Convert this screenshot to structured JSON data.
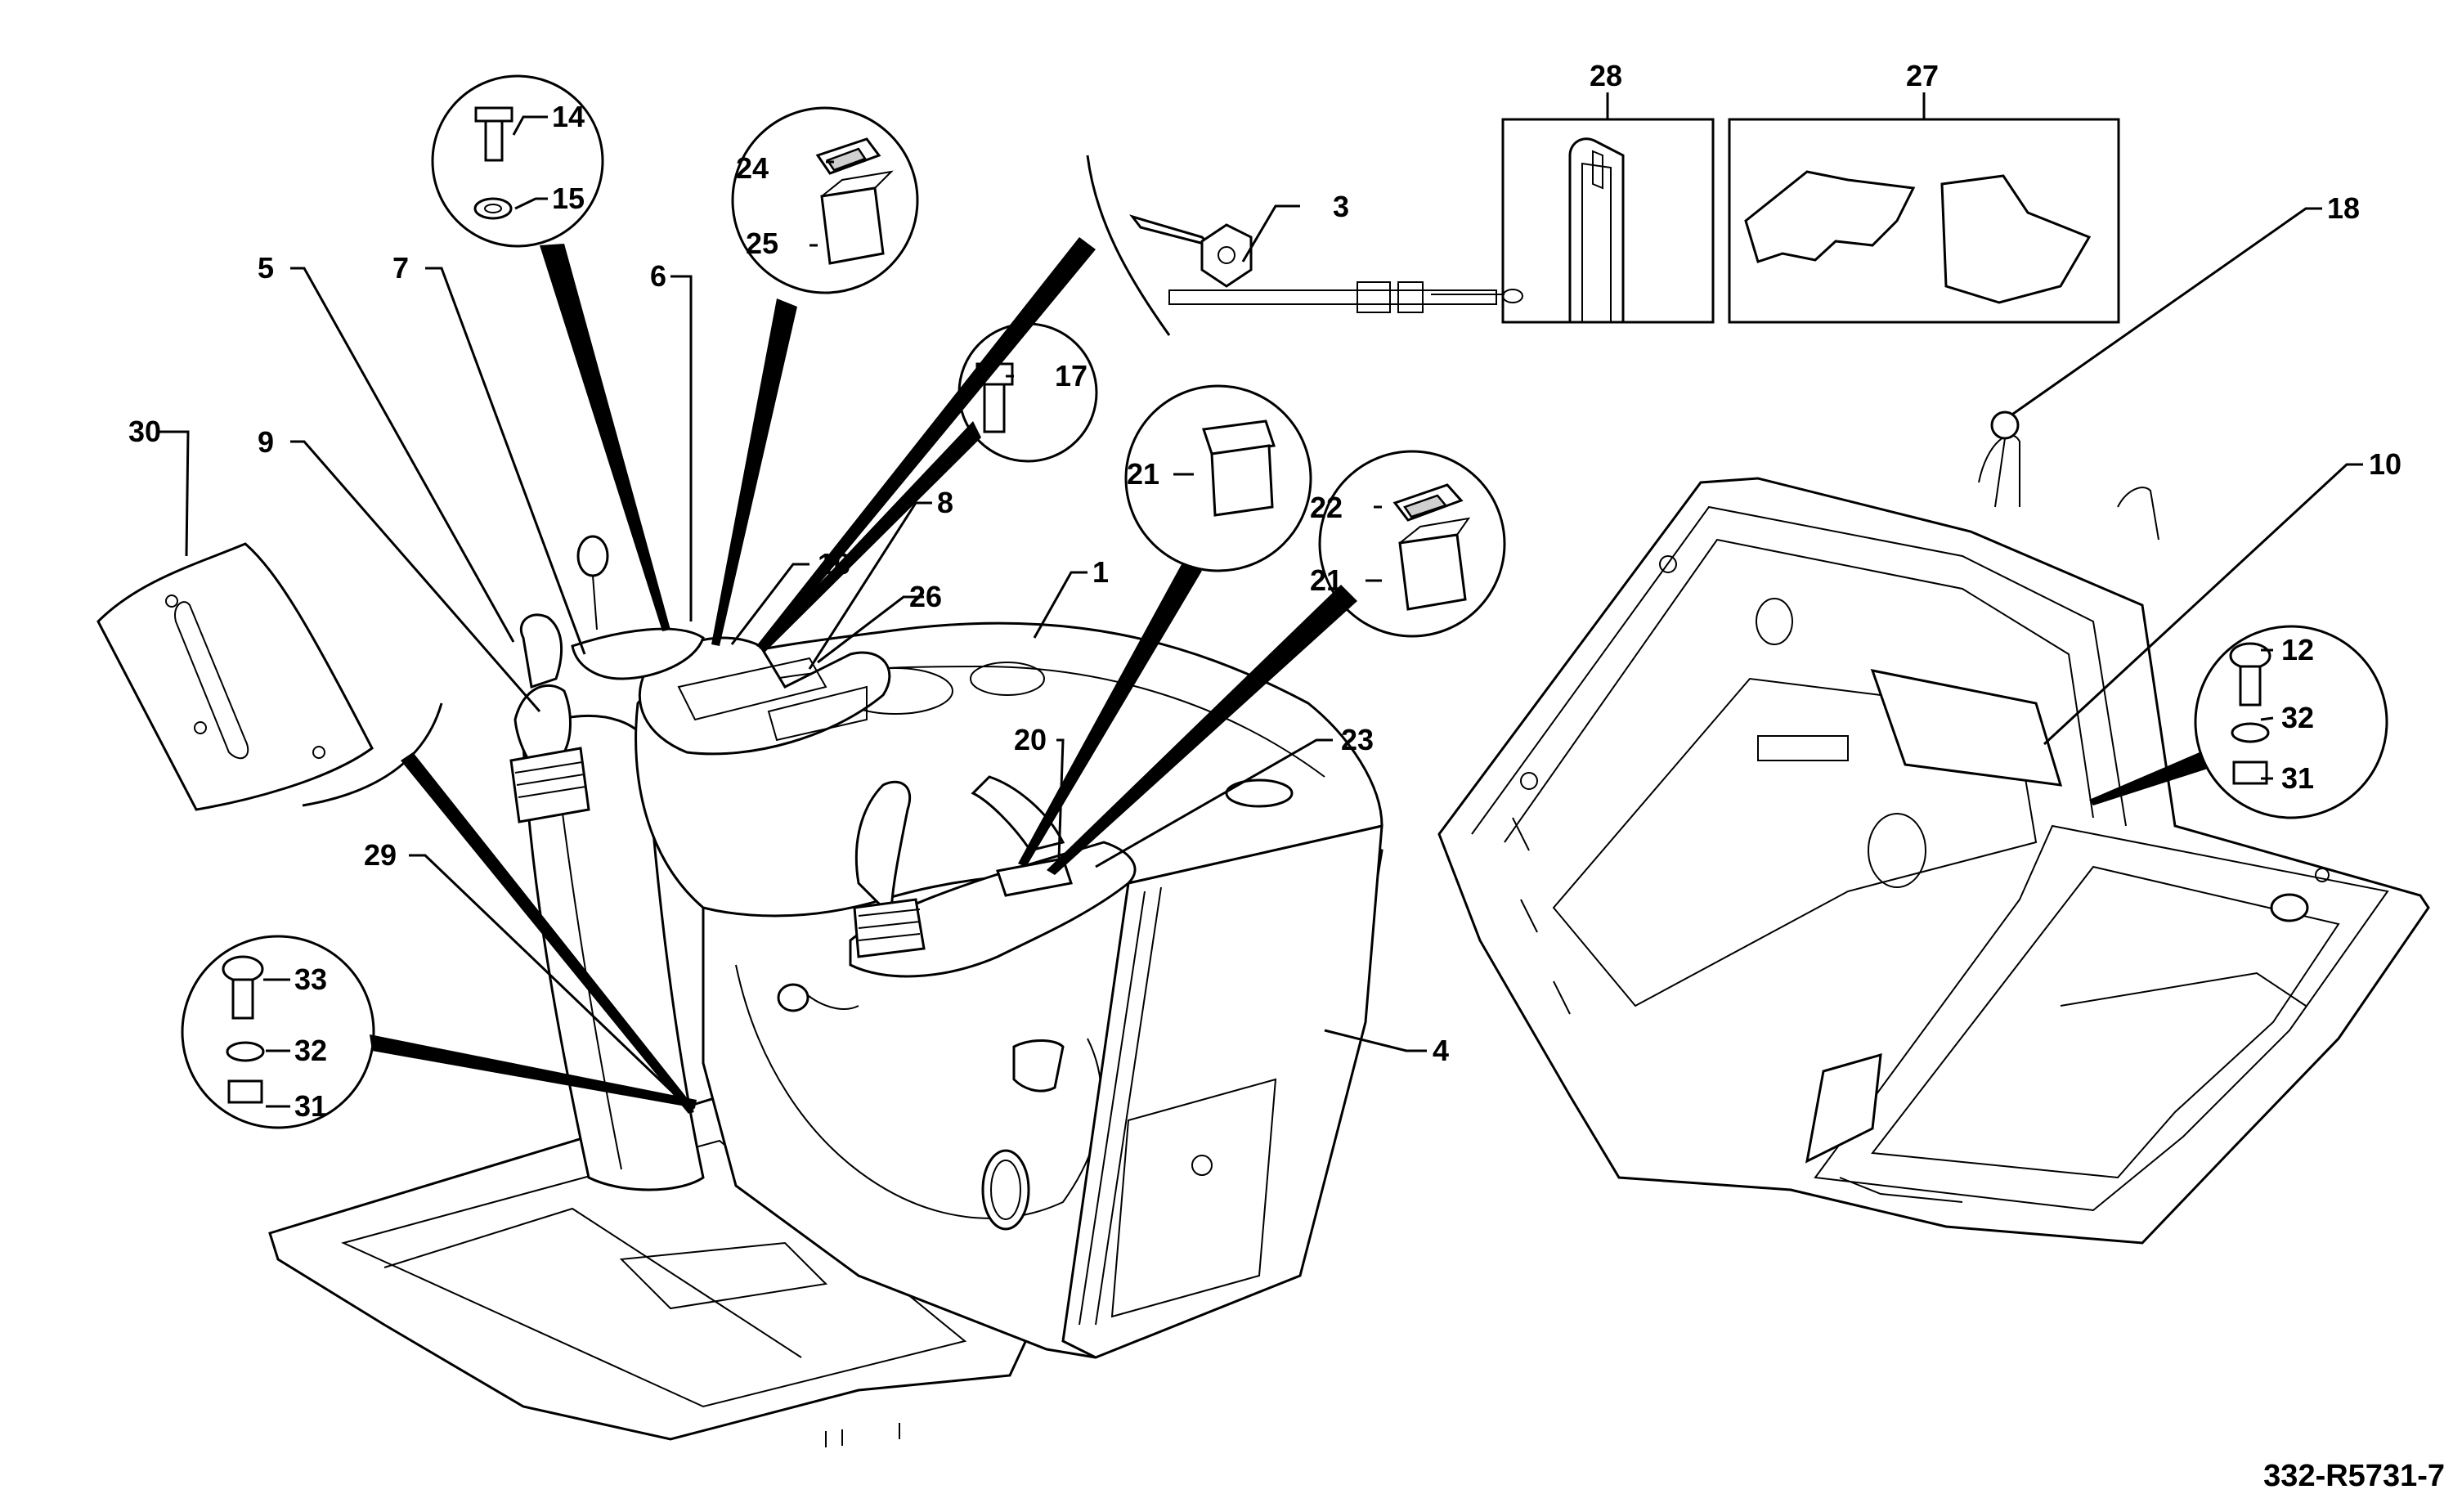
{
  "drawing": {
    "document_number": "332-R5731-7",
    "callouts": {
      "c1": "1",
      "c3": "3",
      "c4": "4",
      "c5": "5",
      "c6": "6",
      "c7": "7",
      "c8": "8",
      "c9": "9",
      "c10": "10",
      "c12": "12",
      "c14": "14",
      "c15": "15",
      "c16": "16",
      "c17": "17",
      "c18": "18",
      "c20": "20",
      "c21a": "21",
      "c21b": "21",
      "c22": "22",
      "c23": "23",
      "c24": "24",
      "c25": "25",
      "c26": "26",
      "c27": "27",
      "c28": "28",
      "c29": "29",
      "c30": "30",
      "c31a": "31",
      "c31b": "31",
      "c32a": "32",
      "c32b": "32",
      "c33": "33"
    }
  }
}
